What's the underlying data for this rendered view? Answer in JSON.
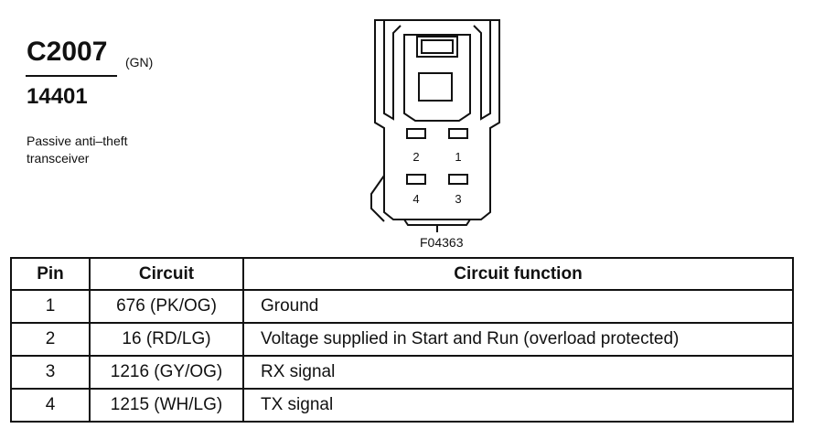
{
  "header": {
    "connector_code": "C2007",
    "connector_color": "(GN)",
    "part_number": "14401",
    "description_lines": [
      "Passive anti–theft",
      "transceiver"
    ]
  },
  "diagram": {
    "figure_id": "F04363",
    "pin_labels": [
      "2",
      "1",
      "4",
      "3"
    ]
  },
  "table": {
    "headers": [
      "Pin",
      "Circuit",
      "Circuit function"
    ],
    "rows": [
      {
        "pin": "1",
        "circuit": "676 (PK/OG)",
        "function": "Ground"
      },
      {
        "pin": "2",
        "circuit": "16 (RD/LG)",
        "function": "Voltage supplied in Start and Run (overload protected)"
      },
      {
        "pin": "3",
        "circuit": "1216 (GY/OG)",
        "function": "RX signal"
      },
      {
        "pin": "4",
        "circuit": "1215 (WH/LG)",
        "function": "TX signal"
      }
    ]
  }
}
